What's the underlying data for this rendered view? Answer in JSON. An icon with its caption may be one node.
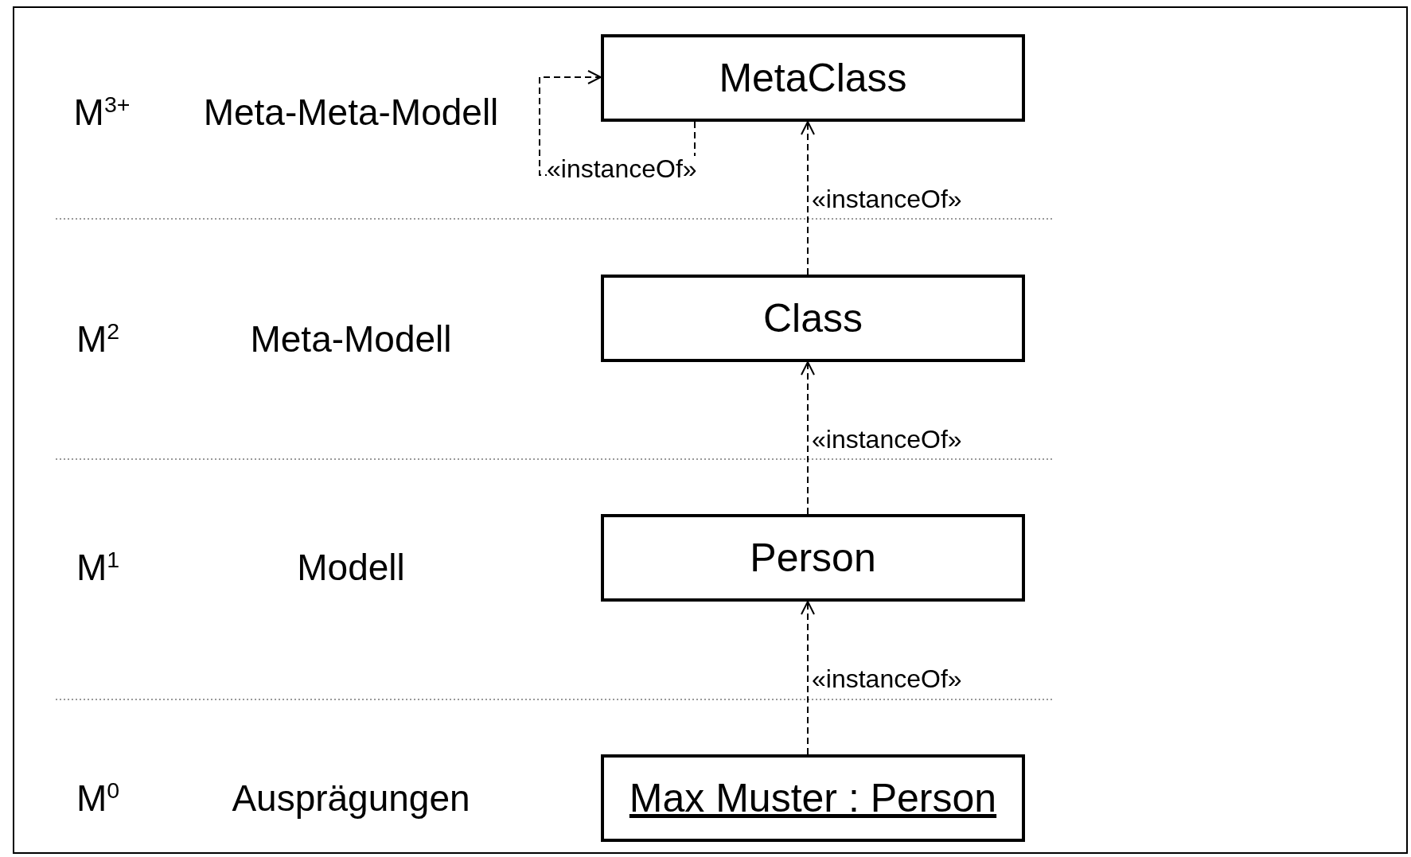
{
  "diagram": {
    "nodes": [
      {
        "text": [
          "MetaClass"
        ]
      },
      {
        "text": [
          "Class"
        ]
      },
      {
        "text": [
          "Person"
        ]
      },
      {
        "text": [
          "Max Muster : Person"
        ]
      }
    ],
    "edges": [
      {
        "from": 0,
        "to": 0,
        "arrow": "to",
        "label": "«instanceOf»",
        "style": "dashed"
      },
      {
        "from": 1,
        "to": 0,
        "arrow": "to",
        "label": "«instanceOf»",
        "style": "dashed"
      },
      {
        "from": 2,
        "to": 1,
        "arrow": "to",
        "label": "«instanceOf»",
        "style": "dashed"
      },
      {
        "from": 3,
        "to": 2,
        "arrow": "to",
        "label": "«instanceOf»",
        "style": "dashed"
      }
    ],
    "labels": [
      "M$^{3+}$",
      "Meta-Meta-Modell",
      "M$^{2}$",
      "Meta-Modell",
      "M$^{1}$",
      "Modell",
      "M$^{0}$",
      "Ausprägungen"
    ]
  }
}
